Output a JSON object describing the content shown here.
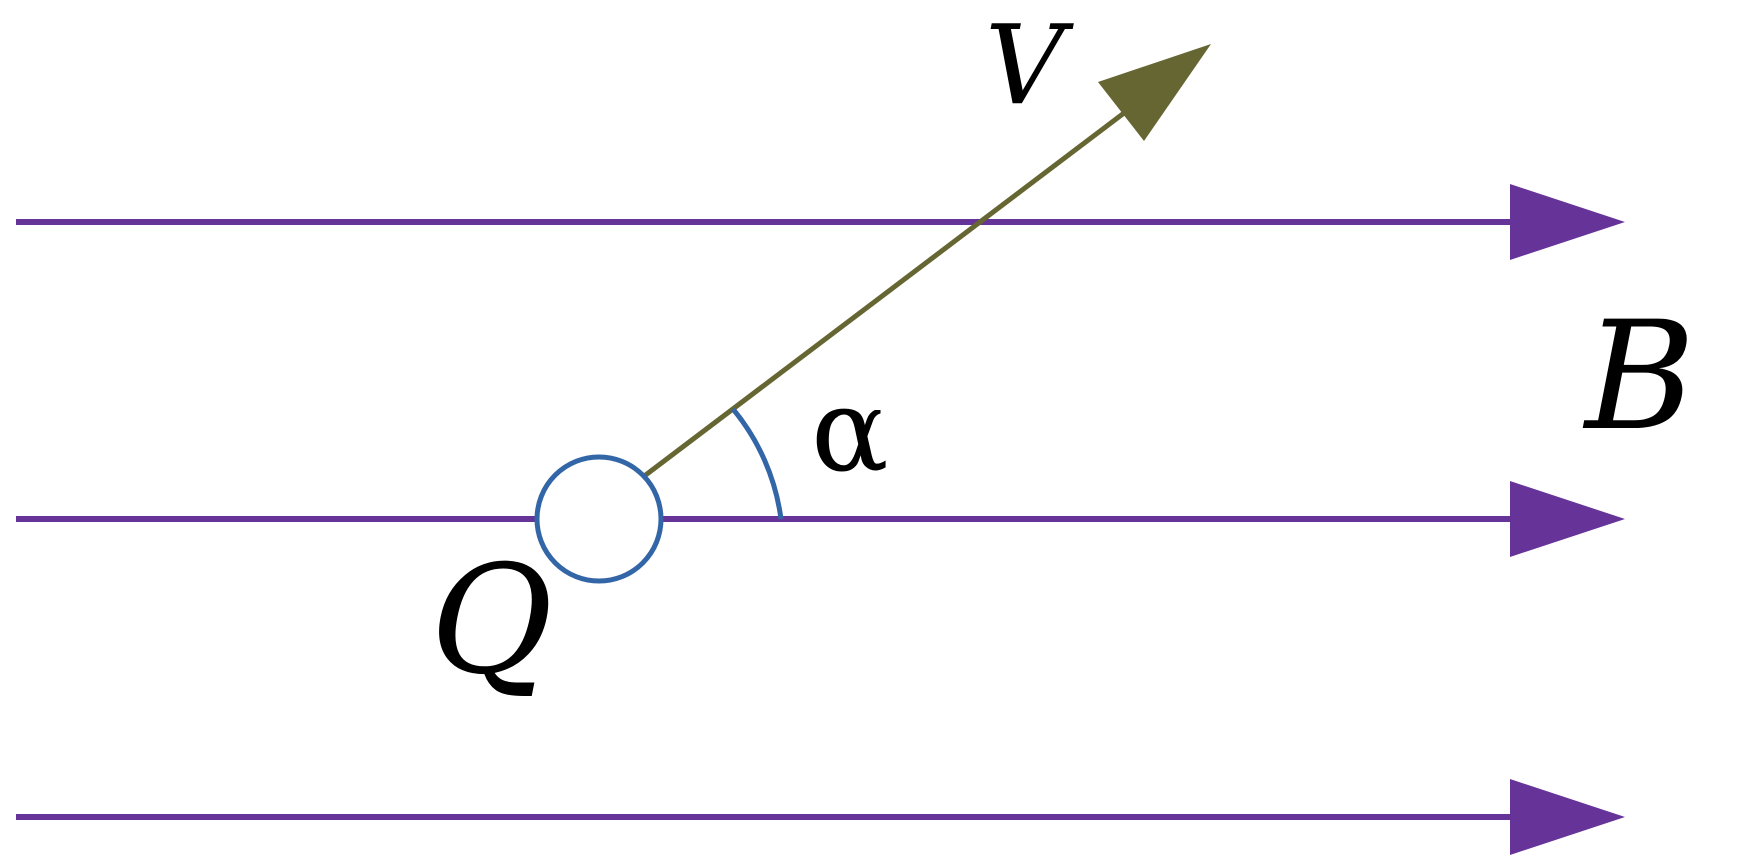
{
  "diagram": {
    "labels": {
      "velocity": "V",
      "field": "B",
      "angle": "α",
      "charge": "Q"
    },
    "colors": {
      "field_lines": "#663399",
      "velocity_vector": "#666633",
      "charge_outline": "#3366a6",
      "angle_arc": "#3366a6",
      "label_text": "#000000",
      "background": "#ffffff"
    }
  }
}
